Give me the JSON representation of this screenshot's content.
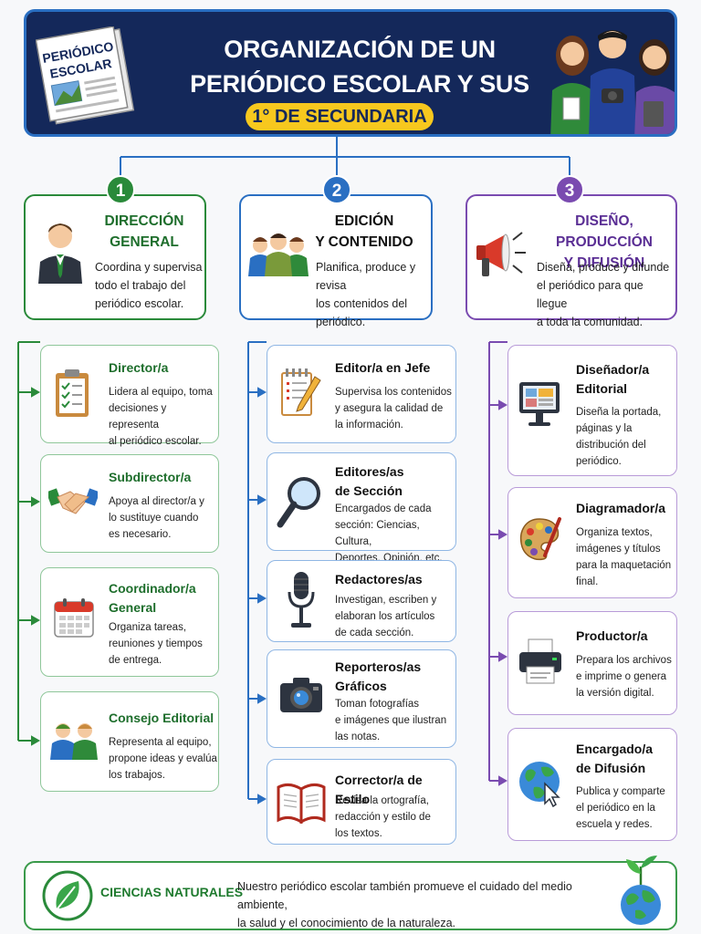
{
  "header": {
    "newspaper_label_1": "PERIÓDICO",
    "newspaper_label_2": "ESCOLAR",
    "title_line_1": "ORGANIZACIÓN DE UN",
    "title_line_2": "PERIÓDICO ESCOLAR Y SUS EDITORES",
    "grade": "1° DE SECUNDARIA"
  },
  "categories": [
    {
      "number": "1",
      "title_1": "DIRECCIÓN",
      "title_2": "GENERAL",
      "desc_1": "Coordina y supervisa",
      "desc_2": "todo el trabajo del",
      "desc_3": "periódico escolar.",
      "color": "#2a8a3a",
      "icon": "person-icon"
    },
    {
      "number": "2",
      "title_1": "EDICIÓN",
      "title_2": "Y CONTENIDO",
      "desc_1": "Planifica, produce y revisa",
      "desc_2": "los contenidos del",
      "desc_3": "periódico.",
      "color": "#2a6fc2",
      "icon": "team-icon"
    },
    {
      "number": "3",
      "title_1": "DISEÑO, PRODUCCIÓN",
      "title_2": "Y DIFUSIÓN",
      "desc_1": "Diseña, produce y difunde",
      "desc_2": "el periódico para que llegue",
      "desc_3": "a toda la comunidad.",
      "color": "#7a4bb0",
      "icon": "megaphone-icon"
    }
  ],
  "roles_direccion": [
    {
      "title_1": "Director/a",
      "title_2": "",
      "desc": [
        "Lidera al equipo, toma",
        "decisiones y representa",
        "al periódico escolar."
      ],
      "icon": "clipboard-icon"
    },
    {
      "title_1": "Subdirector/a",
      "title_2": "",
      "desc": [
        "Apoya al director/a y",
        "lo sustituye cuando",
        "es necesario."
      ],
      "icon": "handshake-icon"
    },
    {
      "title_1": "Coordinador/a",
      "title_2": "General",
      "desc": [
        "Organiza tareas,",
        "reuniones y tiempos",
        "de entrega."
      ],
      "icon": "calendar-icon"
    },
    {
      "title_1": "Consejo Editorial",
      "title_2": "",
      "desc": [
        "Representa al equipo,",
        "propone ideas y evalúa",
        "los trabajos."
      ],
      "icon": "group-icon"
    }
  ],
  "roles_edicion": [
    {
      "title_1": "Editor/a en Jefe",
      "title_2": "",
      "desc": [
        "Supervisa los contenidos",
        "y asegura la calidad de",
        "la información."
      ],
      "icon": "notepad-pencil-icon"
    },
    {
      "title_1": "Editores/as",
      "title_2": "de Sección",
      "desc": [
        "Encargados de cada",
        "sección: Ciencias, Cultura,",
        "Deportes, Opinión, etc."
      ],
      "icon": "magnifier-icon"
    },
    {
      "title_1": "Redactores/as",
      "title_2": "",
      "desc": [
        "Investigan, escriben y",
        "elaboran los artículos",
        "de cada sección."
      ],
      "icon": "microphone-icon"
    },
    {
      "title_1": "Reporteros/as",
      "title_2": "Gráficos",
      "desc": [
        "Toman fotografías",
        "e imágenes que ilustran",
        "las notas."
      ],
      "icon": "camera-icon"
    },
    {
      "title_1": "Corrector/a de Estilo",
      "title_2": "",
      "desc": [
        "Revisa la ortografía,",
        "redacción y estilo de",
        "los textos."
      ],
      "icon": "book-icon"
    }
  ],
  "roles_diseno": [
    {
      "title_1": "Diseñador/a",
      "title_2": "Editorial",
      "desc": [
        "Diseña la portada,",
        "páginas y la",
        "distribución del",
        "periódico."
      ],
      "icon": "monitor-icon"
    },
    {
      "title_1": "Diagramador/a",
      "title_2": "",
      "desc": [
        "Organiza textos,",
        "imágenes y títulos",
        "para la maquetación",
        "final."
      ],
      "icon": "palette-icon"
    },
    {
      "title_1": "Productor/a",
      "title_2": "",
      "desc": [
        "Prepara los archivos",
        "e imprime o genera",
        "la versión digital."
      ],
      "icon": "printer-icon"
    },
    {
      "title_1": "Encargado/a",
      "title_2": "de Difusión",
      "desc": [
        "Publica y comparte",
        "el periódico en la",
        "escuela y redes."
      ],
      "icon": "globe-icon"
    }
  ],
  "footer": {
    "label": "CIENCIAS NATURALES",
    "text_1": "Nuestro periódico escolar también promueve el cuidado del medio ambiente,",
    "text_2": "la salud y el conocimiento de la naturaleza."
  }
}
